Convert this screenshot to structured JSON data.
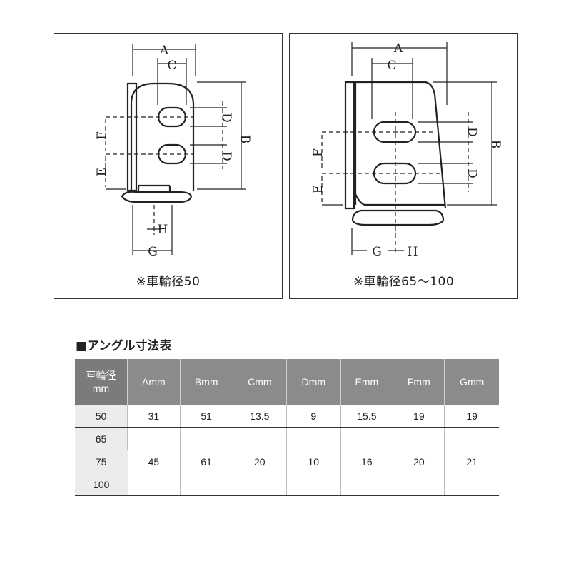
{
  "figures": [
    {
      "caption": "※車輪径50"
    },
    {
      "caption": "※車輪径65～100"
    }
  ],
  "dimension_labels": {
    "a": "A",
    "b": "B",
    "c": "C",
    "d": "D",
    "e": "E",
    "f": "F",
    "g": "G",
    "h": "H"
  },
  "table": {
    "title": "■アングル寸法表",
    "header_size_line1": "車輪径",
    "header_size_line2": "mm",
    "columns": [
      "Amm",
      "Bmm",
      "Cmm",
      "Dmm",
      "Emm",
      "Fmm",
      "Gmm"
    ],
    "row50": {
      "size": "50",
      "values": [
        "31",
        "51",
        "13.5",
        "9",
        "15.5",
        "19",
        "19"
      ]
    },
    "sizes_large": [
      "65",
      "75",
      "100"
    ],
    "values_large": [
      "45",
      "61",
      "20",
      "10",
      "16",
      "20",
      "21"
    ]
  }
}
